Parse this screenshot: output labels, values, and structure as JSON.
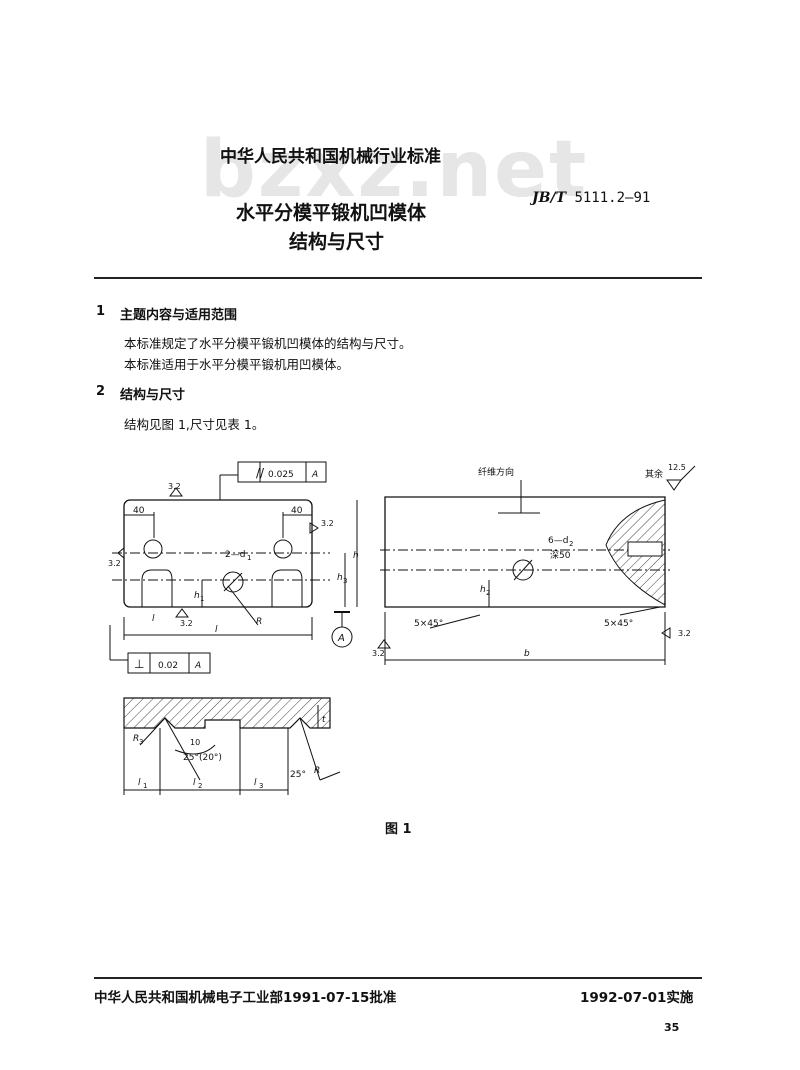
{
  "header": {
    "watermark": "bzxz.net",
    "org": "中华人民共和国机械行业标准",
    "code_prefix": "JB/T",
    "code_number": "5111.2—91",
    "title_line1": "水平分模平锻机凹模体",
    "title_line2": "结构与尺寸"
  },
  "sections": [
    {
      "number": "1",
      "heading": "主题内容与适用范围",
      "paragraphs": [
        "本标准规定了水平分模平锻机凹模体的结构与尺寸。",
        "本标准适用于水平分模平锻机用凹模体。"
      ]
    },
    {
      "number": "2",
      "heading": "结构与尺寸",
      "paragraphs": [
        "结构见图 1,尺寸见表 1。"
      ]
    }
  ],
  "figure": {
    "caption": "图 1",
    "tolerance_parallel": {
      "symbol": "//",
      "value": "0.025",
      "datum": "A"
    },
    "tolerance_perp": {
      "symbol": "⊥",
      "value": "0.02",
      "datum": "A"
    },
    "datum_label": "A",
    "labels": {
      "dim_40_left": "40",
      "dim_40_right": "40",
      "rough_3_2": "3.2",
      "holes_d1": "2—d",
      "sub_1": "1",
      "h": "h",
      "h1": "h",
      "h3": "h",
      "l_small": "l",
      "l_big": "l",
      "R": "R",
      "fiber_direction": "纤维方向",
      "rest_rough": "其余",
      "rest_rough_value": "12.5",
      "holes_d2": "6—d",
      "sub_2": "2",
      "depth": "深50",
      "h2": "h",
      "chamfer": "5×45°",
      "b": "b",
      "R3": "R",
      "sub_3": "3",
      "dim_10": "10",
      "angle": "25°(20°)",
      "angle2": "25°",
      "t": "t",
      "l1": "l",
      "l2": "l",
      "l3": "l",
      "R_small": "R"
    }
  },
  "footer": {
    "approval": "中华人民共和国机械电子工业部1991-07-15批准",
    "implementation": "1992-07-01实施",
    "page": "35"
  }
}
